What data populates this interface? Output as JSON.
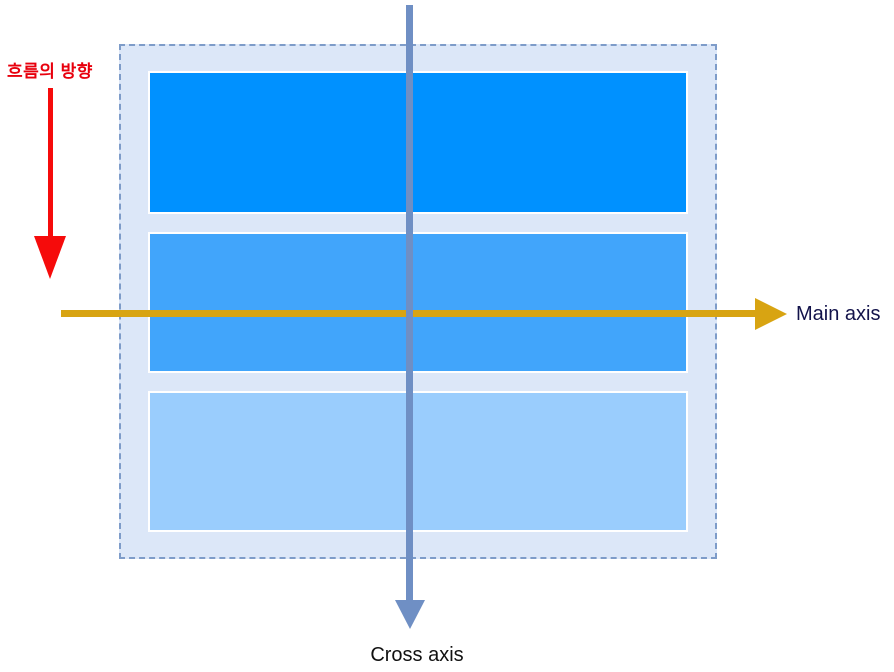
{
  "diagram": {
    "type": "flexbox-axis-diagram",
    "title_text_visible": false,
    "container": {
      "name": "flex-container",
      "fill_color": "#DCE7F8",
      "border_color": "#7E9CC9",
      "border_style": "dashed",
      "items": [
        {
          "label": "",
          "color": "#0091FF",
          "name": "flex-item-1"
        },
        {
          "label": "",
          "color": "#41A5FB",
          "name": "flex-item-2"
        },
        {
          "label": "",
          "color": "#9ACDFD",
          "name": "flex-item-3"
        }
      ]
    },
    "annotations": {
      "flow_direction_label": "흐름의 방향",
      "flow_direction_color": "#E8000D",
      "main_axis_label": "Main axis",
      "main_axis_color": "#D8A412",
      "cross_axis_label": "Cross axis",
      "cross_axis_color": "#6F8FC4"
    }
  }
}
